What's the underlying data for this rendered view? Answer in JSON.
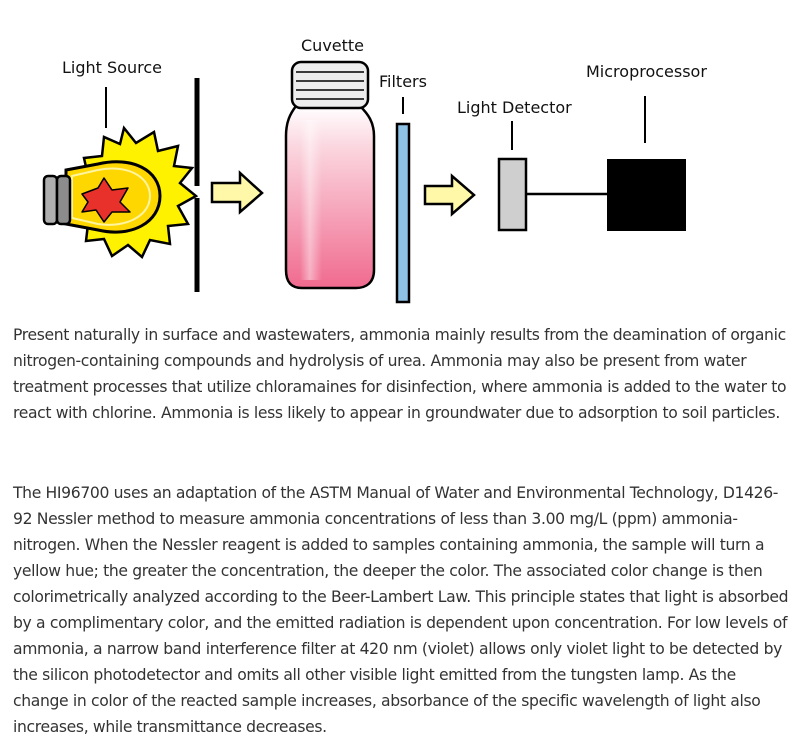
{
  "diagram": {
    "labels": {
      "light_source": "Light Source",
      "cuvette": "Cuvette",
      "filters": "Filters",
      "light_detector": "Light Detector",
      "microprocessor": "Microprocessor"
    },
    "colors": {
      "outline": "#000000",
      "burst_yellow": "#FFF200",
      "bulb_yellow": "#FFD700",
      "flame_red": "#E8312A",
      "arrow_fill": "#FFF8A8",
      "cuvette_pink": "#F06A8E",
      "cap_grey": "#EDEDED",
      "filter_blue": "#8EC3E6",
      "detector_grey": "#CFCFCF",
      "processor_black": "#000000"
    }
  },
  "text": {
    "paragraph1": "Present naturally in surface and wastewaters, ammonia mainly results from the deamination of organic nitrogen-containing compounds and hydrolysis of urea.  Ammonia may also be present from water treatment processes that utilize chloramaines for disinfection, where ammonia is added to the water to react with chlorine. Ammonia is less likely to appear in groundwater due to adsorption to soil particles.",
    "paragraph2": "The HI96700 uses an adaptation of the ASTM Manual of Water and Environmental Technology, D1426-92 Nessler method to measure ammonia concentrations of less than 3.00 mg/L (ppm) ammonia-nitrogen. When the Nessler reagent is added to samples containing ammonia, the sample will turn a yellow hue; the greater the concentration, the deeper the color. The associated color change is then colorimetrically analyzed according to the Beer-Lambert Law. This principle states that light is absorbed by a complimentary color, and the emitted radiation is dependent upon concentration. For low levels of ammonia, a narrow band interference filter at 420 nm (violet) allows only violet light to be detected by the silicon photodetector and omits all other visible light emitted from the tungsten lamp. As the change in color of the reacted sample increases, absorbance of the specific wavelength of light also increases, while transmittance decreases."
  }
}
